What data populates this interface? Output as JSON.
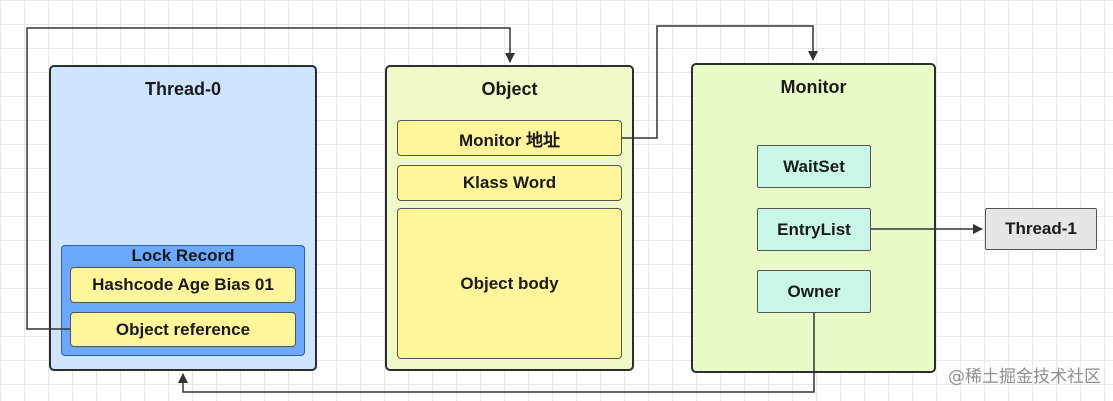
{
  "thread0": {
    "title": "Thread-0",
    "lock_record": {
      "title": "Lock Record",
      "hashcode_field": "Hashcode Age Bias 01",
      "object_reference_field": "Object reference"
    }
  },
  "object": {
    "title": "Object",
    "monitor_address_field": "Monitor 地址",
    "klass_word_field": "Klass Word",
    "body_field": "Object body"
  },
  "monitor": {
    "title": "Monitor",
    "wait_set": "WaitSet",
    "entry_list": "EntryList",
    "owner": "Owner"
  },
  "thread1": {
    "label": "Thread-1"
  },
  "watermark": "@稀土掘金技术社区",
  "colors": {
    "thread_panel": "#cfe4ff",
    "object_panel": "#eff9c8",
    "monitor_panel": "#e8fbc7",
    "lock_record": "#6aa9ff",
    "field_yellow": "#fff59a",
    "monitor_item": "#c8f7ea",
    "thread1_box": "#e6e6e6",
    "connector": "#333333"
  }
}
